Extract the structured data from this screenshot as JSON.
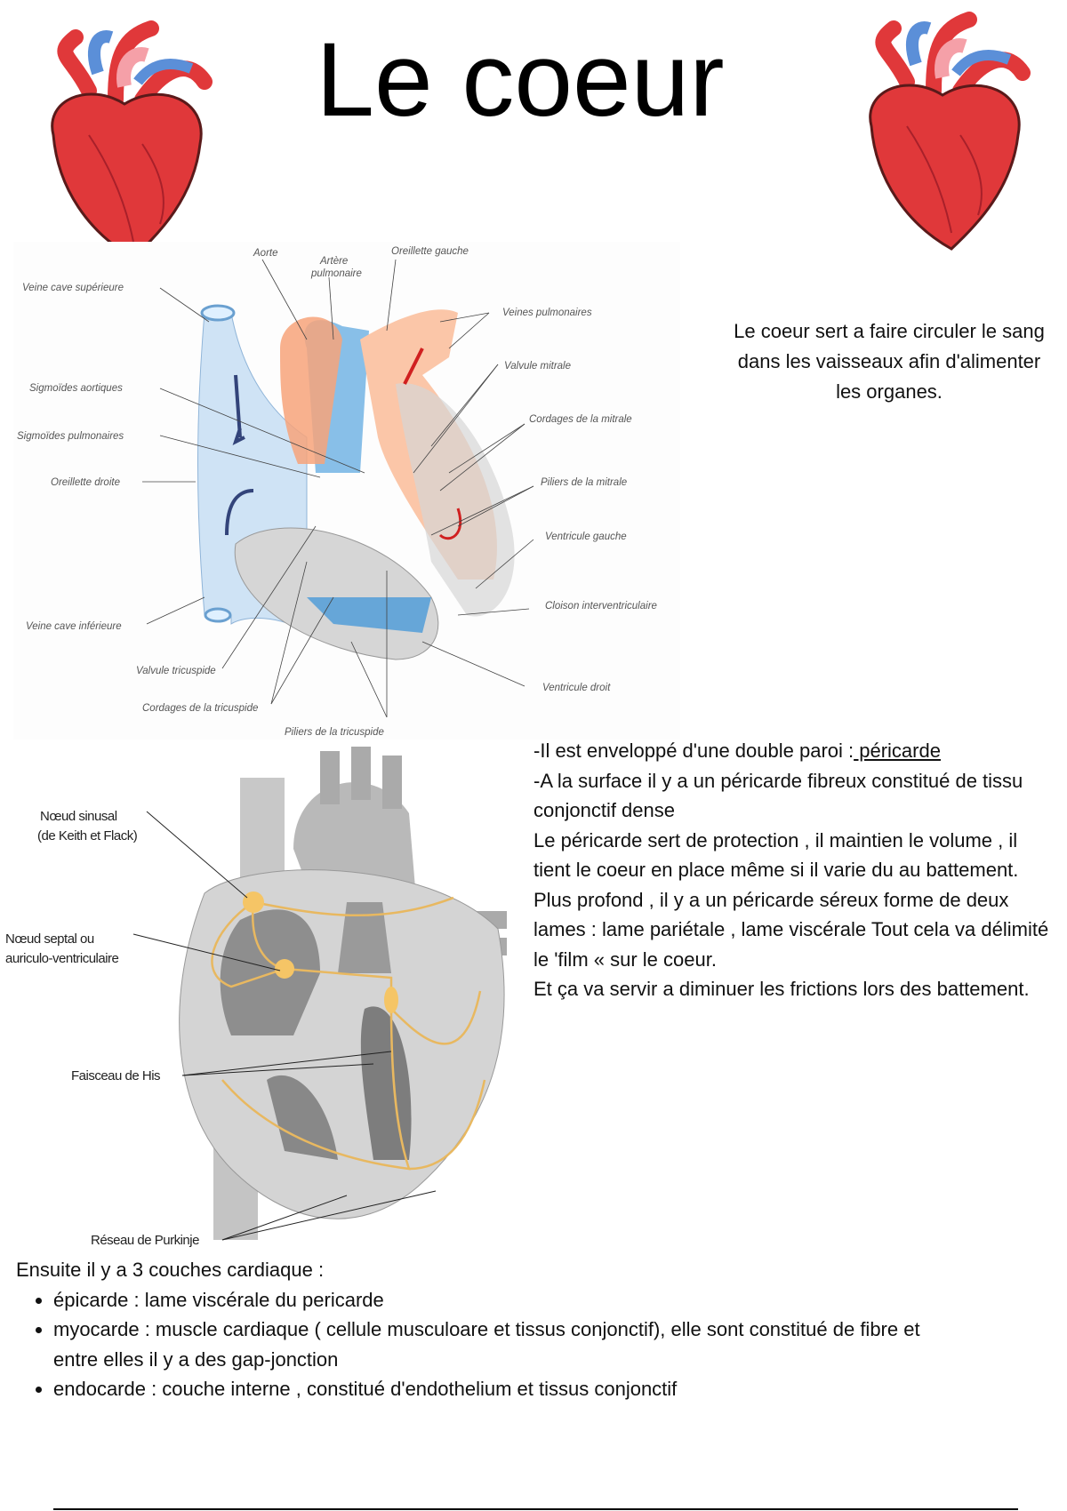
{
  "title": "Le coeur",
  "intro": "Le coeur sert a faire circuler le sang dans les vaisseaux afin d'alimenter les organes.",
  "diagram1_labels": {
    "aorte": "Aorte",
    "artere_pulmonaire_1": "Artère",
    "artere_pulmonaire_2": "pulmonaire",
    "oreillette_gauche": "Oreillette gauche",
    "veine_cave_superieure": "Veine cave supérieure",
    "veines_pulmonaires": "Veines pulmonaires",
    "valvule_mitrale": "Valvule mitrale",
    "sigmoides_aortiques": "Sigmoïdes aortiques",
    "cordages_mitrale": "Cordages de la mitrale",
    "sigmoides_pulmonaires": "Sigmoïdes pulmonaires",
    "oreillette_droite": "Oreillette droite",
    "piliers_mitrale": "Piliers de la mitrale",
    "ventricule_gauche": "Ventricule gauche",
    "cloison": "Cloison interventriculaire",
    "veine_cave_inferieure": "Veine cave inférieure",
    "valvule_tricuspide": "Valvule tricuspide",
    "ventricule_droit": "Ventricule droit",
    "cordages_tricuspide": "Cordages de la tricuspide",
    "piliers_tricuspide": "Piliers de la tricuspide"
  },
  "diagram2_labels": {
    "noeud_sinusal_1": "Nœud sinusal",
    "noeud_sinusal_2": "(de Keith et Flack)",
    "noeud_septal_1": "Nœud septal ou",
    "noeud_septal_2": "auriculo-ventriculaire",
    "faisceau_his": "Faisceau de His",
    "purkinje": "Réseau de Purkinje"
  },
  "pericarde": {
    "line1_prefix": "-Il est enveloppé d'une double paroi :",
    "line1_underlined": " péricarde ",
    "p2": "-A la surface il y a un péricarde fibreux constitué de tissu conjonctif dense",
    "p3": "Le péricarde sert de protection , il maintien le volume , il tient le coeur en place même si il varie du au battement.",
    "p4": "Plus profond , il y a un péricarde séreux forme de deux lames : lame pariétale , lame viscérale Tout cela va délimité le 'film « sur le coeur.",
    "p5": "Et ça va servir a diminuer les frictions lors des battement."
  },
  "layers": {
    "intro": "Ensuite il y a 3 couches cardiaque :",
    "items": [
      "épicarde : lame viscérale du pericarde",
      "myocarde : muscle cardiaque ( cellule musculoare et tissus conjonctif), elle sont constitué de fibre et entre elles il y a des gap-jonction",
      "endocarde : couche interne , constitué d'endothelium et tissus conjonctif"
    ]
  },
  "colors": {
    "heart_red": "#e0383a",
    "heart_blue": "#5b8fd8",
    "heart_pink": "#f5a0a8",
    "vein_blue": "#cfe3f5",
    "artery_orange": "#f7a37a",
    "conduction": "#f2c66a"
  }
}
